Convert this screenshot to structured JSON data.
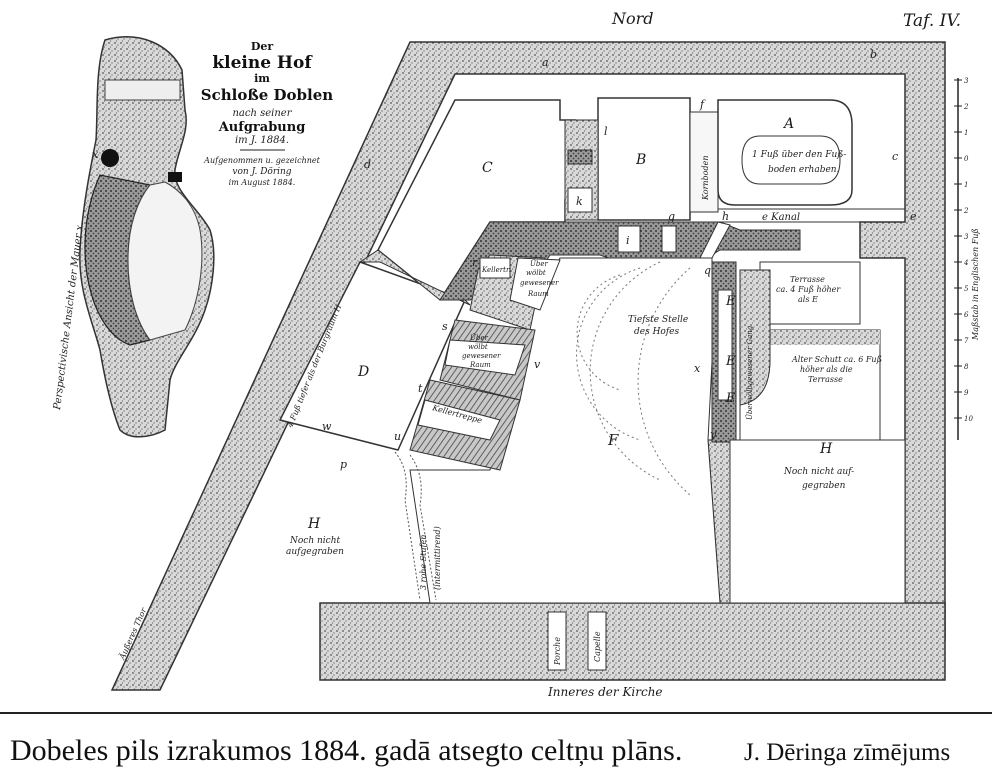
{
  "sheet": {
    "north": "Nord",
    "plate": "Taf. IV."
  },
  "inset": {
    "title_lines": [
      "Der",
      "kleine Hof",
      "im",
      "Schloße Doblen",
      "nach seiner",
      "Aufgrabung",
      "im J. 1884."
    ],
    "credit_lines": [
      "Aufgenommen u. gezeichnet",
      "von J. Döring",
      "im August 1884."
    ],
    "side_note": "Perspectivische Ansicht der Mauer x."
  },
  "rooms": {
    "A": "A",
    "A_note_1": "1 Fuß über den Fuß-",
    "A_note_2": "boden erhaben.",
    "B": "B",
    "C": "C",
    "D": "D",
    "E1": "E",
    "E2": "E",
    "E3": "E",
    "F": "F",
    "F_note_1": "Tiefste Stelle",
    "F_note_2": "des Hofes",
    "H_left": "H",
    "H_left_note_1": "Noch nicht",
    "H_left_note_2": "aufgegraben",
    "H_right": "H",
    "H_right_note_1": "Noch nicht auf-",
    "H_right_note_2": "gegraben"
  },
  "annotations": {
    "kanal": "e Kanal",
    "kornboden": "Kornboden",
    "ueberwoelbt_1": "Über",
    "ueberwoelbt_2": "wölbt",
    "ueberwoelbt_3": "gewesener",
    "ueberwoelbt_4": "Raum",
    "ueberwoelbt2_1": "Über",
    "ueberwoelbt2_2": "wölbt",
    "ueberwoelbt2_3": "gewesener",
    "ueberwoelbt2_4": "Raum",
    "kellertreppe": "Kellertreppe",
    "kellertreppe_small": "Kellertr.",
    "terrasse_1": "Terrasse",
    "terrasse_2": "ca. 4 Fuß höher",
    "terrasse_3": "als E",
    "schutt_1": "Alter Schutt ca. 6 Fuß",
    "schutt_2": "höher als die",
    "schutt_3": "Terrasse",
    "gang": "Überwölbgewesener Gang",
    "stufen_1": "3 rohe Stufen",
    "stufen_2": "(intermittirend)",
    "wall_note": "4 Fuß tiefer als der Burgraum H",
    "tor": "Äußeres Thor",
    "kirche": "Inneres der Kirche",
    "kirche_side1": "Porche",
    "kirche_side2": "Capelle",
    "letters": [
      "a",
      "b",
      "c",
      "d",
      "e",
      "f",
      "g",
      "h",
      "i",
      "k",
      "l",
      "p",
      "q",
      "r",
      "s",
      "t",
      "u",
      "v",
      "w",
      "x",
      "y"
    ]
  },
  "scale": {
    "label": "Maßstab in Englischen Fuß",
    "ticks": [
      "3",
      "2",
      "1",
      "0",
      "1",
      "2",
      "3",
      "4",
      "5",
      "6",
      "7",
      "8",
      "9",
      "10"
    ]
  },
  "caption": {
    "main": "Dobeles pils izrakumos 1884. gadā atsegto celtņu plāns.",
    "author": "J. Dēringa zīmējums"
  }
}
